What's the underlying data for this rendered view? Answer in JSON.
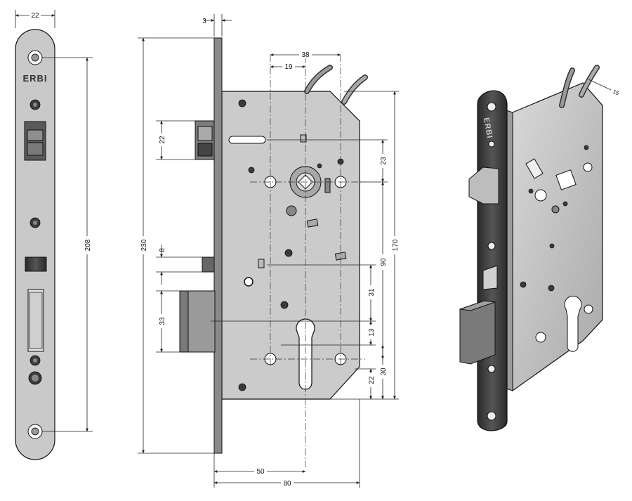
{
  "brand": "ERBI",
  "dimensions": {
    "plate_width": "22",
    "plate_hole_spacing": "208",
    "plate_thickness": "3",
    "overall_height": "230",
    "latch_height": "22",
    "deadbolt_height": "33",
    "bolt_height": "8",
    "spindle_offset": "38",
    "spindle_half_offset": "19",
    "top_offset": "23",
    "body_height": "170",
    "follower_to_cylinder": "90",
    "mid_31": "31",
    "mid_13": "13",
    "bottom_30": "30",
    "bottom_22": "22",
    "backset": "50",
    "body_depth": "80",
    "cable_dim": "15"
  }
}
